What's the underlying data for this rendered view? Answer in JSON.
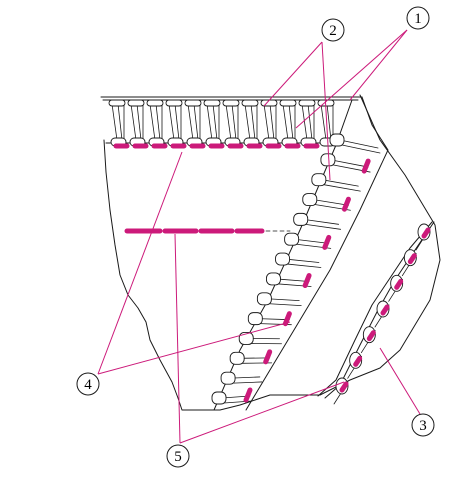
{
  "figure": {
    "callouts": [
      {
        "id": "c1",
        "label": "1"
      },
      {
        "id": "c2",
        "label": "2"
      },
      {
        "id": "c3",
        "label": "3"
      },
      {
        "id": "c4",
        "label": "4"
      },
      {
        "id": "c5",
        "label": "5"
      }
    ],
    "colors": {
      "stitch": "#cc1a7a",
      "outline": "#1a1a1a",
      "background": "#ffffff"
    }
  }
}
